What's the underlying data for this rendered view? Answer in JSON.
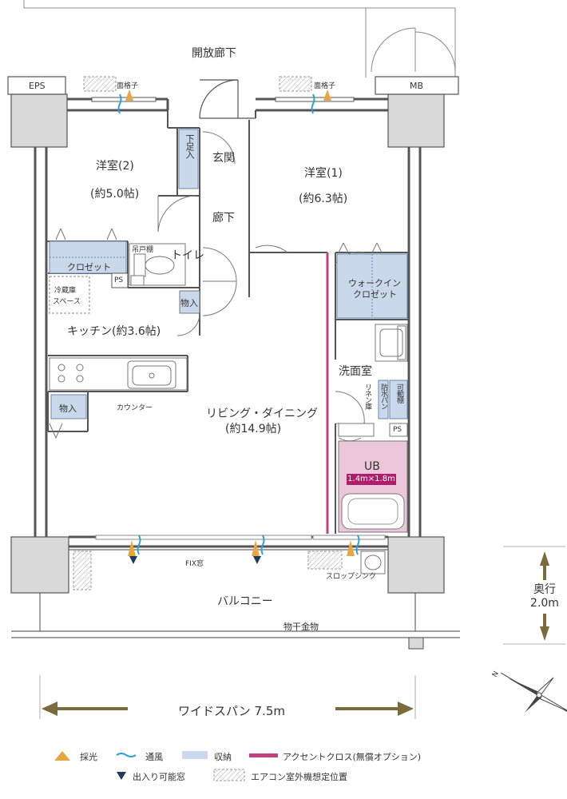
{
  "corridor": "開放廊下",
  "eps": "EPS",
  "mb": "MB",
  "grille": "面格子",
  "rooms": {
    "west_room_name": "洋室(2)",
    "west_room_area": "(約5.0帖)",
    "east_room_name": "洋室(1)",
    "east_room_area": "(約6.3帖)",
    "entrance": "玄関",
    "hallway": "廊下",
    "shoe_box": "下足入",
    "closet": "クロゼット",
    "hanging_shelf": "吊戸棚",
    "toilet": "トイレ",
    "ps": "PS",
    "fridge_space_1": "冷蔵庫",
    "fridge_space_2": "スペース",
    "storage": "物入",
    "kitchen": "キッチン(約3.6帖)",
    "walk_in_closet_1": "ウォークイン",
    "walk_in_closet_2": "クロゼット",
    "washroom": "洗面室",
    "linen_cabinet": "リネン庫",
    "waterproof_pan": "防水パン",
    "movable_shelf": "可動棚",
    "counter": "カウンター",
    "living_dining_name": "リビング・ダイニング",
    "living_dining_area": "(約14.9帖)",
    "unit_bath": "UB",
    "unit_bath_size": "1.4m×1.8m",
    "fix_window": "FIX窓",
    "slop_sink": "スロップシンク",
    "balcony": "バルコニー",
    "clothes_hanger": "物干金物"
  },
  "dimensions": {
    "depth_label": "奥行",
    "depth_value": "2.0m",
    "wide_span": "ワイドスパン 7.5m"
  },
  "legend": {
    "light": "採光",
    "ventilation": "通風",
    "storage": "収納",
    "accent_cloth": "アクセントクロス(無償オプション)",
    "access_window": "出入り可能窓",
    "ac_outdoor": "エアコン室外機想定位置"
  },
  "colors": {
    "storage_fill": "#c9d8ea",
    "accent": "#c0437f",
    "bath_fill": "#ebc7d9",
    "light_arrow": "#e8a640",
    "vent_arrow": "#2f9fd6",
    "dim_arrow": "#7a6a3c",
    "window_marker": "#1e3a5f"
  }
}
